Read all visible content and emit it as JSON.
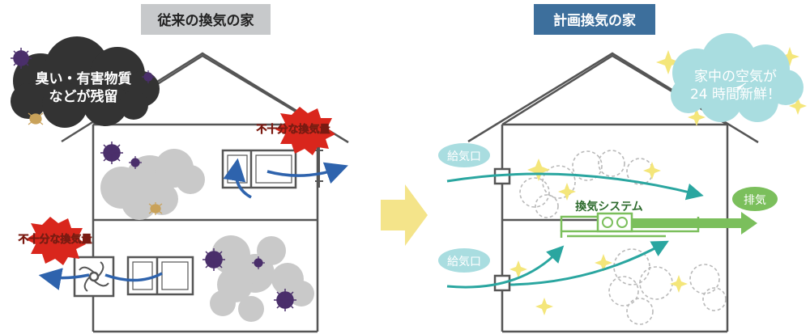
{
  "left": {
    "title": "従来の換気の家",
    "cloud_line1": "臭い・有害物質",
    "cloud_line2": "などが残留",
    "burst_top": "不十分な換気量",
    "burst_bottom": "不十分な換気量"
  },
  "right": {
    "title": "計画換気の家",
    "cloud_line1": "家中の空気が",
    "cloud_line2": "24 時間新鮮！",
    "inlet_top": "給気口",
    "inlet_bottom": "給気口",
    "system_label": "換気システム",
    "exhaust_label": "排気"
  },
  "colors": {
    "left_title_bg": "#c7c9cb",
    "right_title_bg": "#3d6f9c",
    "house_line": "#555555",
    "dark_cloud": "#333333",
    "smog": "#c9c9c9",
    "virus": "#4a2f6b",
    "burst_red": "#d9261c",
    "burst_text": "#ffe600",
    "blue_arrow": "#2e63ad",
    "teal_arrow": "#2aa6a0",
    "green_system": "#7bbf5c",
    "bubble": "#a9dde0",
    "yellow_arrow": "#f4e48a",
    "sparkle": "#f4e67a"
  }
}
